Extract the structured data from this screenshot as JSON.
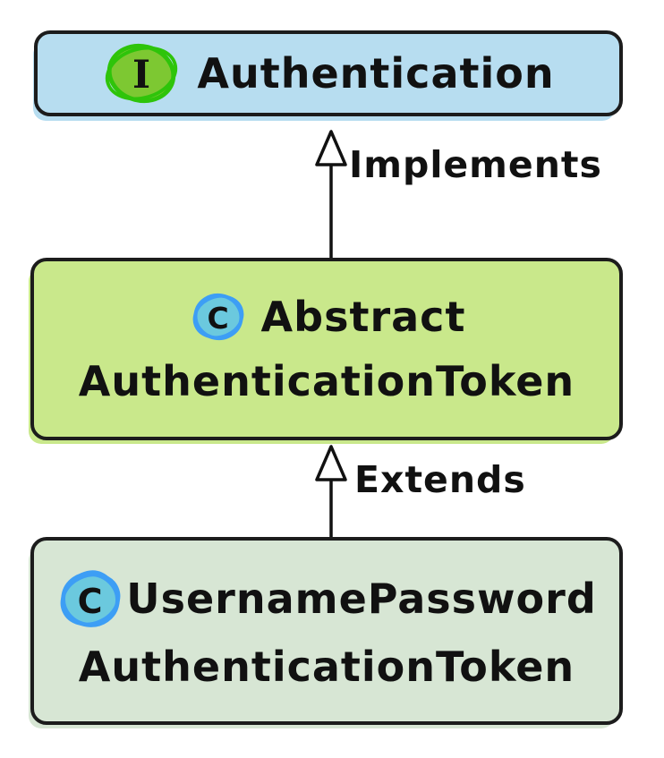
{
  "diagram": {
    "type": "class-hierarchy",
    "background": "#ffffff",
    "nodes": {
      "authentication": {
        "badge": "I",
        "kind": "interface",
        "label": "Authentication",
        "fill": "#b7ddf0"
      },
      "abstract_token": {
        "badge": "C",
        "kind": "class",
        "label_line1": "Abstract",
        "label_line2": "AuthenticationToken",
        "fill": "#c9e88b"
      },
      "username_password_token": {
        "badge": "C",
        "kind": "class",
        "label_line1": "UsernamePassword",
        "label_line2": "AuthenticationToken",
        "fill": "#d7e6d4"
      }
    },
    "edges": {
      "implements": {
        "label": "Implements",
        "from": "abstract_token",
        "to": "authentication",
        "arrowhead": "hollow-triangle"
      },
      "extends": {
        "label": "Extends",
        "from": "username_password_token",
        "to": "abstract_token",
        "arrowhead": "hollow-triangle"
      }
    },
    "colors": {
      "border": "#1c1c1c",
      "text": "#111111",
      "arrow": "#111111",
      "interface_badge_fill": "#7dc832",
      "interface_badge_stroke": "#2ec40a",
      "class_badge_fill": "#6bc9de",
      "class_badge_stroke": "#3d9ef5"
    }
  }
}
